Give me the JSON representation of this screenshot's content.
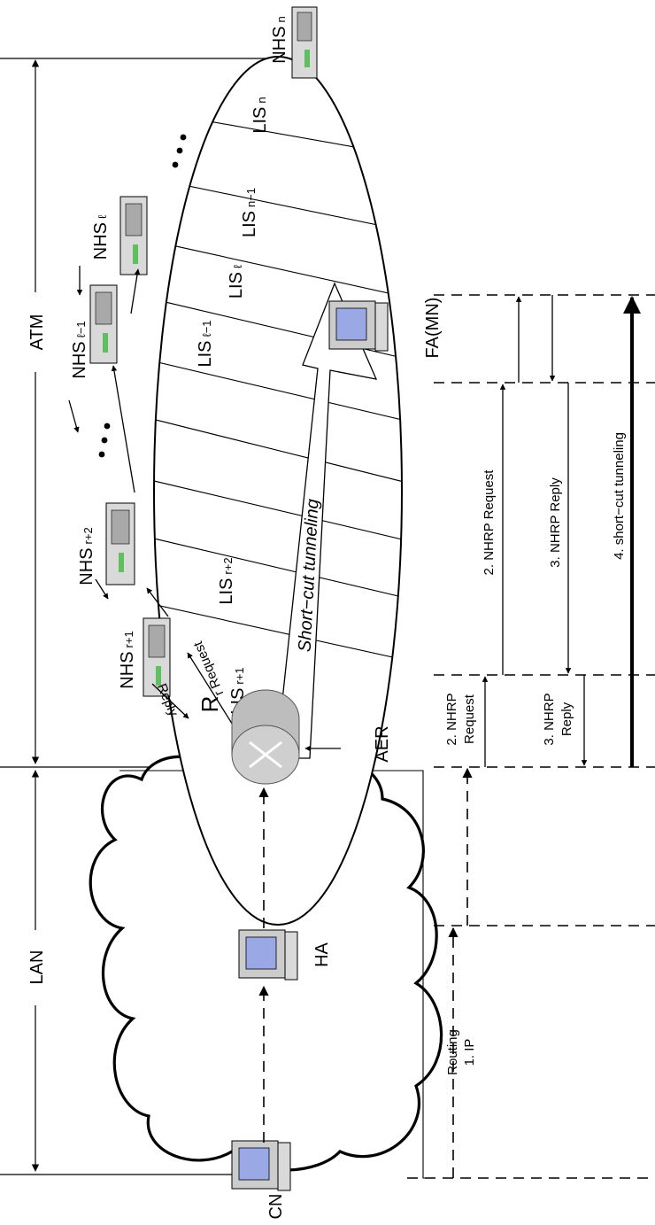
{
  "regions": {
    "lan": "LAN",
    "atm": "ATM"
  },
  "nodes": {
    "cn": "CN",
    "ha": "HA",
    "fa": "FA(MN)",
    "router": "R",
    "router_sub": "r",
    "aer": "AER"
  },
  "nhs": {
    "prefix": "NHS",
    "r1": "r+1",
    "r2": "r+2",
    "l1": "ℓ−1",
    "l": "ℓ",
    "n": "n"
  },
  "lis": {
    "prefix": "LIS",
    "r1": "r+1",
    "r2": "r+2",
    "l1": "ℓ−1",
    "l": "ℓ",
    "n1": "n−1",
    "n": "n"
  },
  "flow_labels": {
    "request": "Request",
    "reply": "Reply",
    "tunnel": "Short−cut tunneling"
  },
  "sequence": {
    "ip_routing_1": "1. IP",
    "ip_routing_2": "Routing",
    "req_a_1": "2. NHRP",
    "req_a_2": "Request",
    "rep_a_1": "3. NHRP",
    "rep_a_2": "Reply",
    "req_b": "2. NHRP  Request",
    "rep_b": "3. NHRP  Reply",
    "tunnel": "4. short−cut tunneling"
  }
}
